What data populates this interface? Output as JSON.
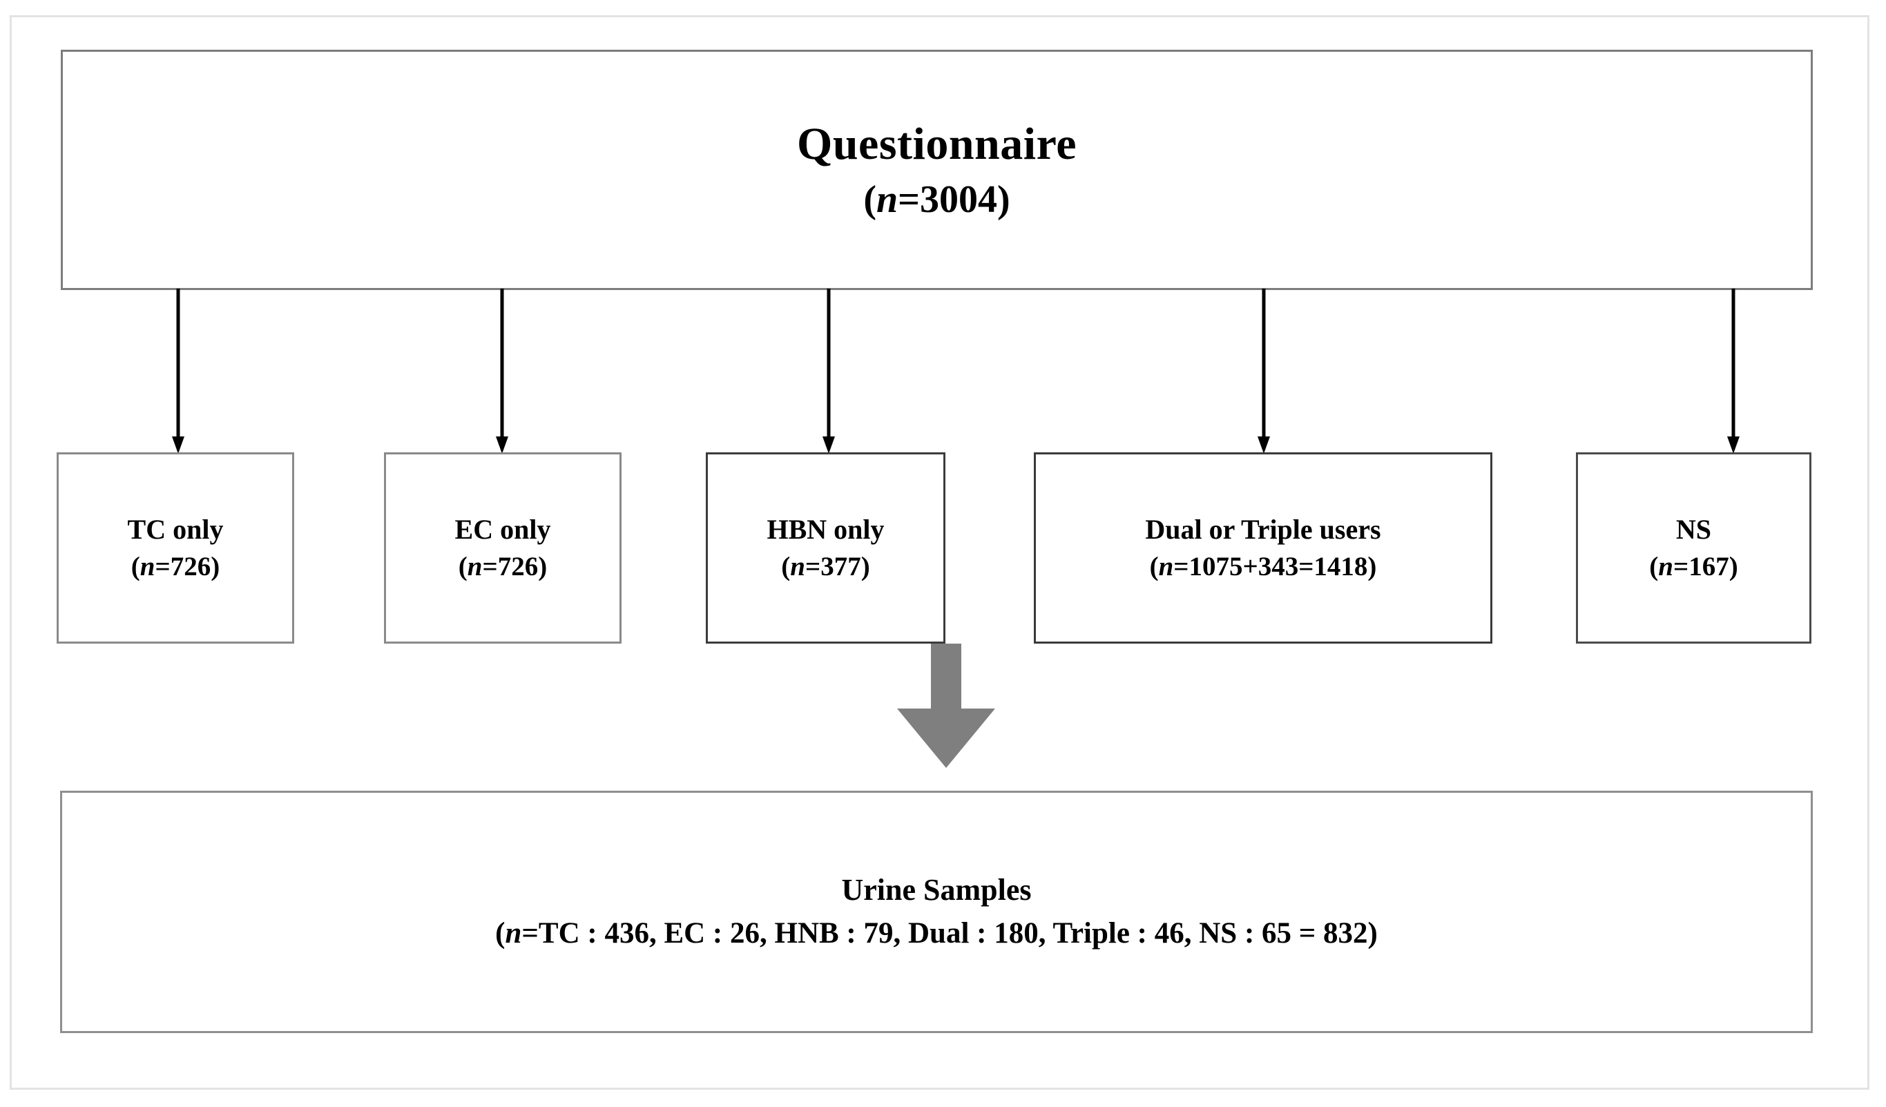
{
  "diagram": {
    "type": "flowchart",
    "title_node": {
      "label": "Questionnaire",
      "count": "(n=3004)",
      "n_symbol": "n",
      "count_value": "=3004)",
      "count_prefix": "("
    },
    "categories": [
      {
        "id": "tc-only",
        "label": "TC only",
        "count_prefix": "(",
        "n_symbol": "n",
        "count_value": "=726)",
        "count_full": "(n=726)",
        "n": 726
      },
      {
        "id": "ec-only",
        "label": "EC only",
        "count_prefix": "(",
        "n_symbol": "n",
        "count_value": "=726)",
        "count_full": "(n=726)",
        "n": 726
      },
      {
        "id": "hbn-only",
        "label": "HBN only",
        "count_prefix": "(",
        "n_symbol": "n",
        "count_value": "=377)",
        "count_full": "(n=377)",
        "n": 377
      },
      {
        "id": "dual-or-triple-users",
        "label": "Dual or Triple users",
        "count_prefix": "(",
        "n_symbol": "n",
        "count_value": "=1075+343=1418)",
        "count_full": "(n=1075+343=1418)",
        "n": 1418
      },
      {
        "id": "ns",
        "label": "NS",
        "count_prefix": "(",
        "n_symbol": "n",
        "count_value": "=167)",
        "count_full": "(n=167)",
        "n": 167
      }
    ],
    "outcome_node": {
      "label": "Urine Samples",
      "count_prefix": "(",
      "n_symbol": "n",
      "count_value": "=TC : 436,  EC : 26,  HNB : 79,  Dual : 180,  Triple : 46,  NS : 65 = 832)",
      "count_full": "(n=TC : 436,  EC : 26,  HNB : 79,  Dual : 180,  Triple : 46,  NS : 65 = 832)",
      "breakdown": [
        {
          "group": "TC",
          "n": 436
        },
        {
          "group": "EC",
          "n": 26
        },
        {
          "group": "HNB",
          "n": 79
        },
        {
          "group": "Dual",
          "n": 180
        },
        {
          "group": "Triple",
          "n": 46
        },
        {
          "group": "NS",
          "n": 65
        }
      ],
      "total": 832
    },
    "colors": {
      "box_border": "#8a8a8a",
      "outer_frame": "#e3e3e3",
      "connector_arrow": "#000000",
      "block_arrow": "#7f7f7f",
      "background": "#ffffff",
      "text": "#000000"
    }
  }
}
